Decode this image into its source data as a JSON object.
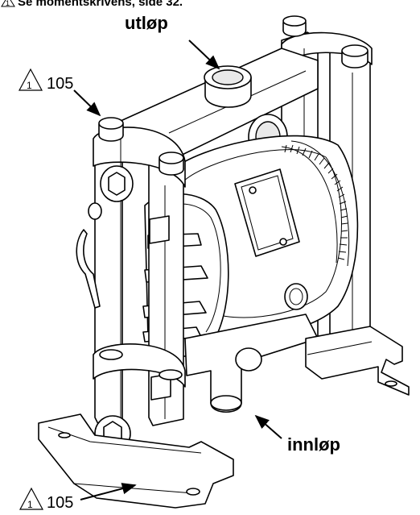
{
  "header_note": {
    "marker": "1",
    "text": "Se momentskrivens, side 32."
  },
  "callouts": {
    "outlet": "utløp",
    "inlet": "innløp",
    "ref_top": {
      "marker": "1",
      "number": "105"
    },
    "ref_bottom": {
      "marker": "1",
      "number": "105"
    }
  },
  "icons": [
    "warning-triangle-icon",
    "pointer-arrow-icon"
  ]
}
